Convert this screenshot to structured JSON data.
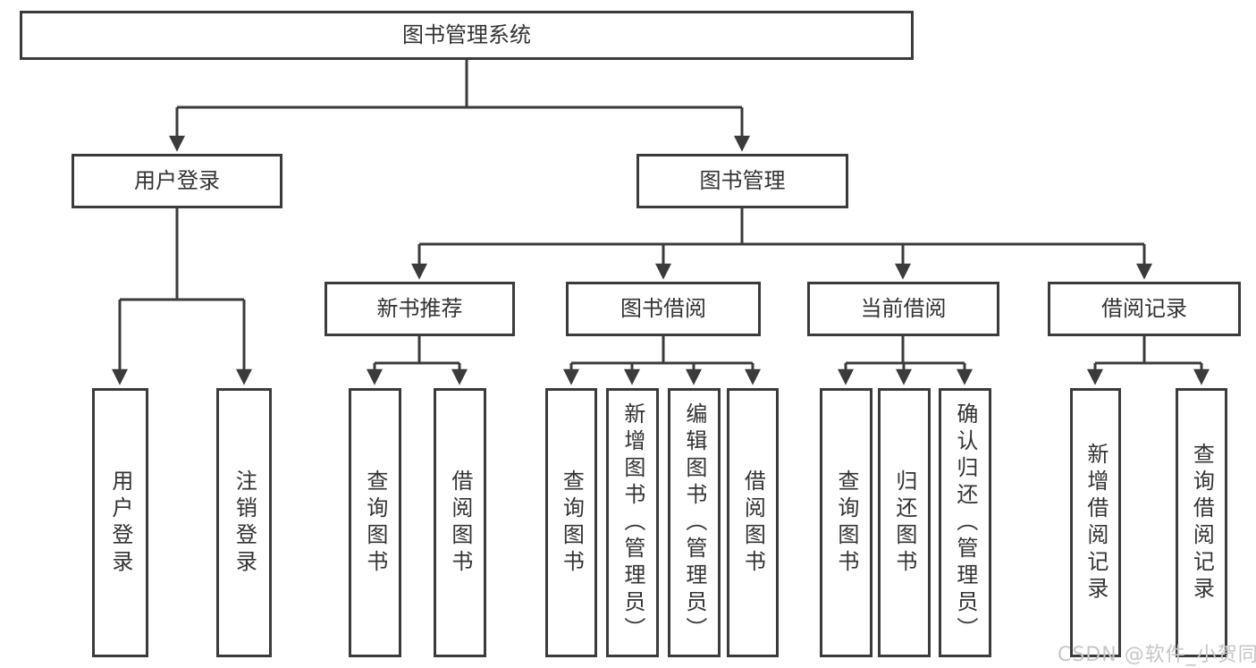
{
  "diagram": {
    "type": "hierarchy-tree",
    "root": {
      "label": "图书管理系统"
    },
    "branches": [
      {
        "label": "用户登录",
        "children": [
          {
            "label": "用户登录"
          },
          {
            "label": "注销登录"
          }
        ]
      },
      {
        "label": "图书管理",
        "children": [
          {
            "label": "新书推荐",
            "children": [
              {
                "label": "查询图书"
              },
              {
                "label": "借阅图书"
              }
            ]
          },
          {
            "label": "图书借阅",
            "children": [
              {
                "label": "查询图书"
              },
              {
                "label": "新增图书（管理员）"
              },
              {
                "label": "编辑图书（管理员）"
              },
              {
                "label": "借阅图书"
              }
            ]
          },
          {
            "label": "当前借阅",
            "children": [
              {
                "label": "查询图书"
              },
              {
                "label": "归还图书"
              },
              {
                "label": "确认归还（管理员）"
              }
            ]
          },
          {
            "label": "借阅记录",
            "children": [
              {
                "label": "新增借阅记录"
              },
              {
                "label": "查询借阅记录"
              }
            ]
          }
        ]
      }
    ]
  },
  "watermark": {
    "text": "CSDN @软件_小贺同学"
  },
  "colors": {
    "line": "#3b3b3b",
    "text": "#333333",
    "background": "#ffffff",
    "watermark": "#c6c6c6"
  }
}
